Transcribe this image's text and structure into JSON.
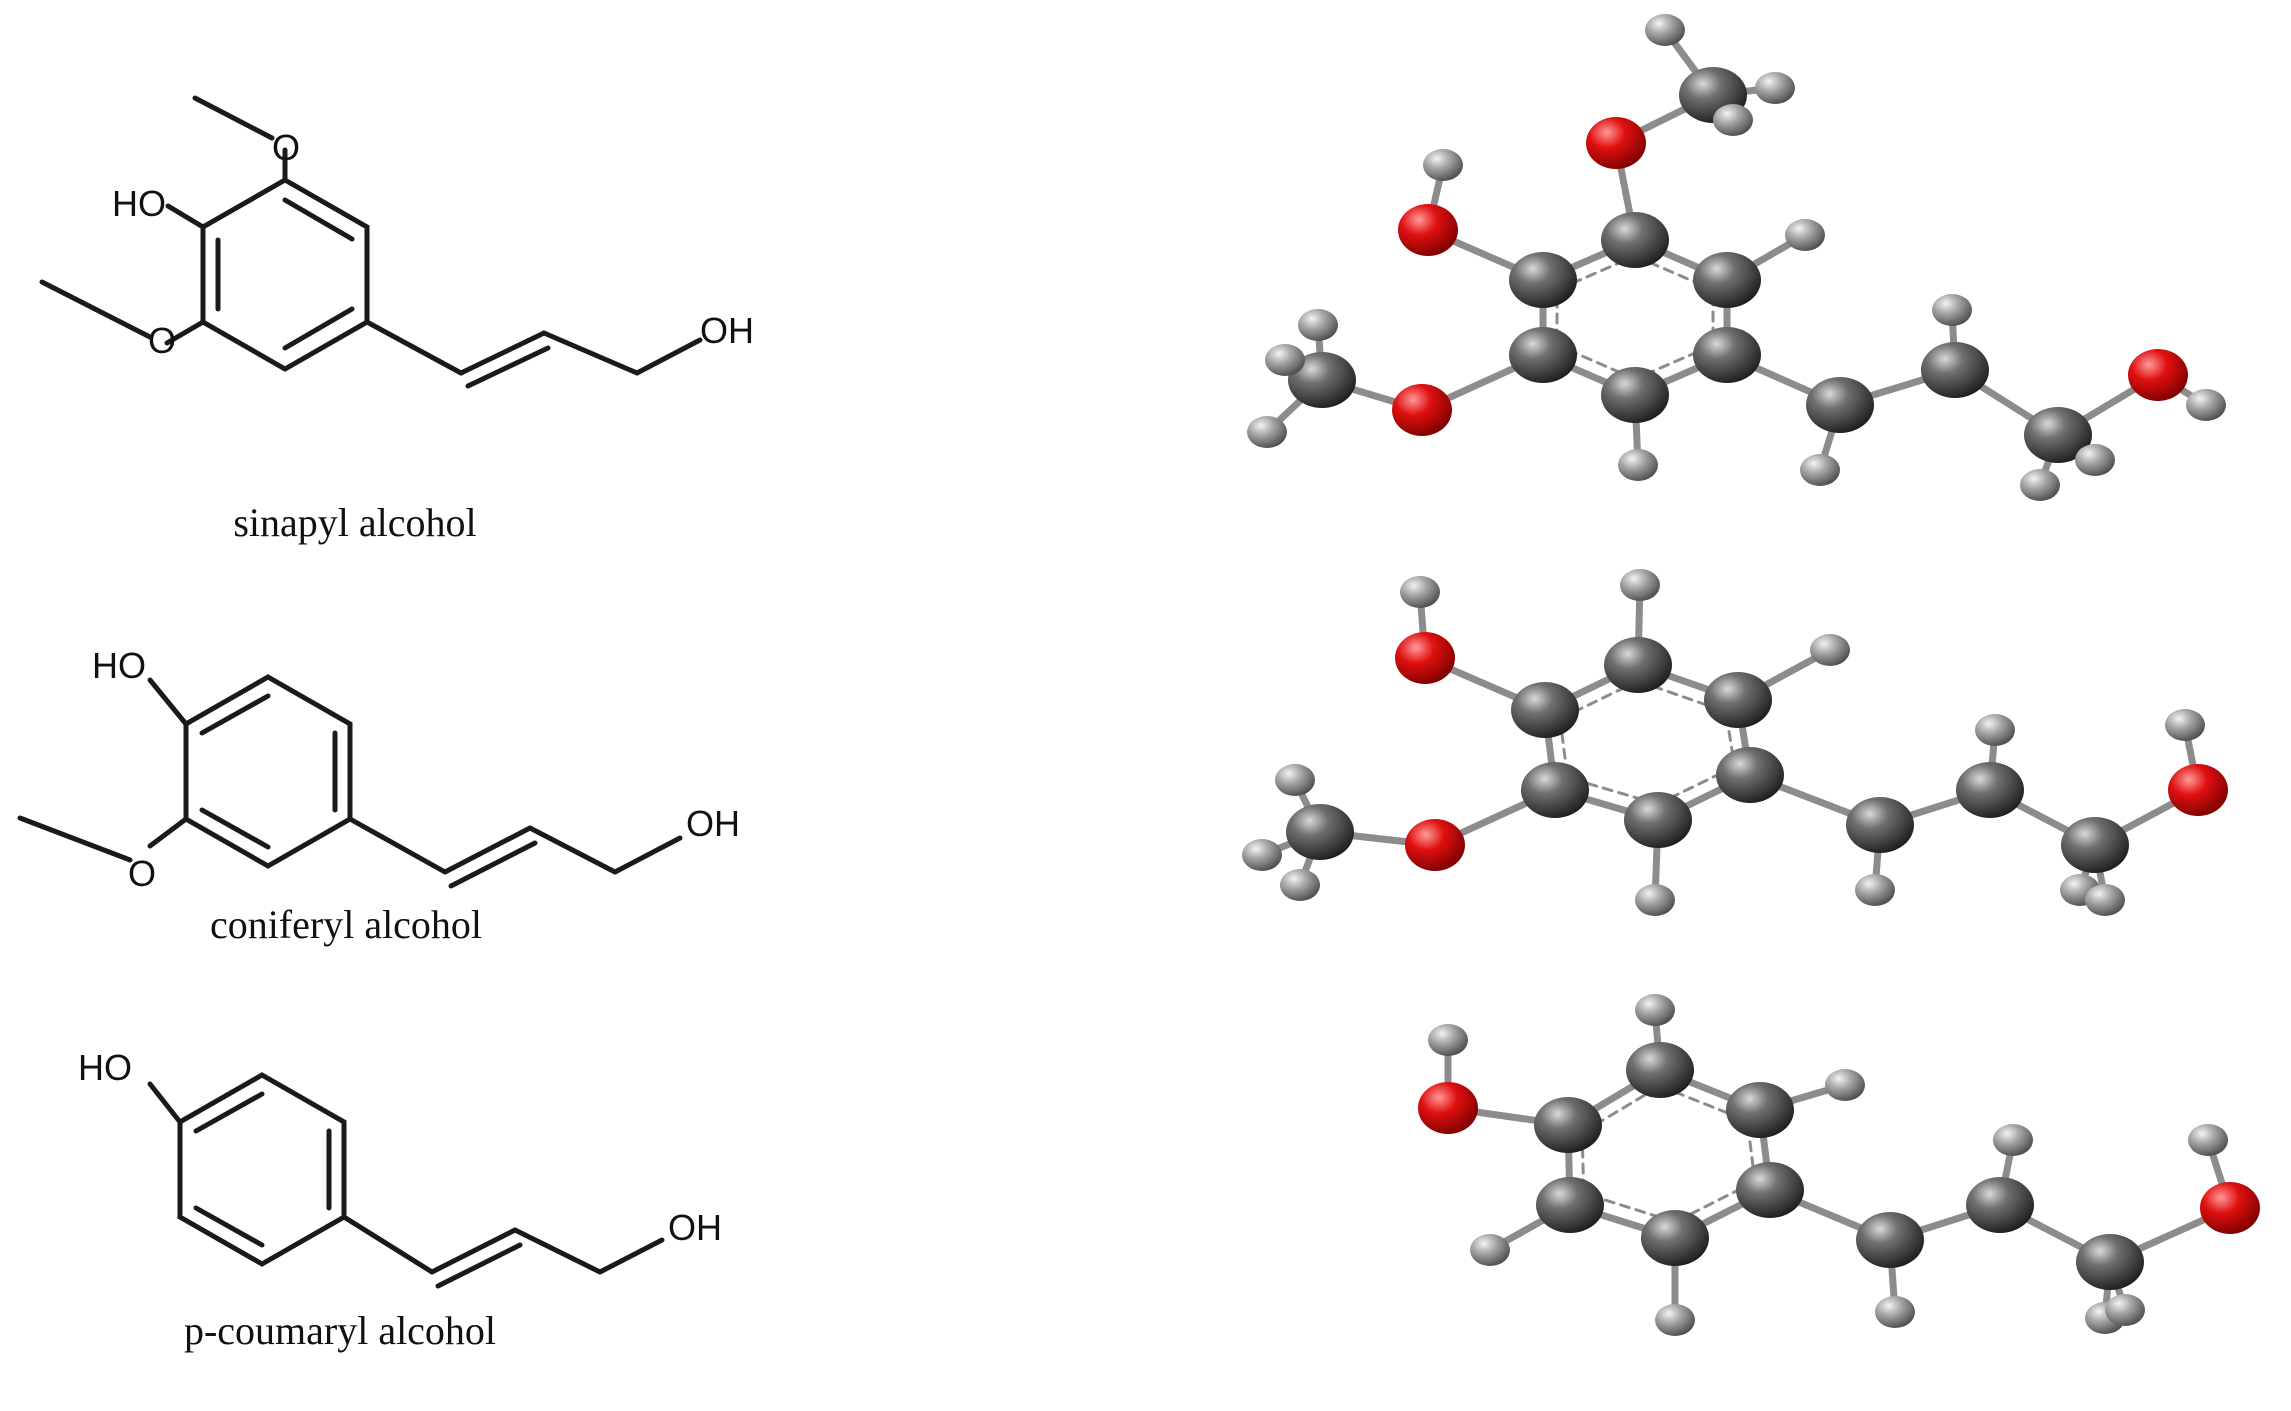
{
  "figure": {
    "molecules": [
      {
        "name": "sinapyl alcohol",
        "labels": {
          "ho": "HO",
          "oh": "OH"
        }
      },
      {
        "name": "coniferyl alcohol",
        "labels": {
          "ho": "HO",
          "oh": "OH"
        }
      },
      {
        "name": "p-coumaryl alcohol",
        "labels": {
          "ho": "HO",
          "oh": "OH"
        }
      }
    ],
    "colors": {
      "carbon": "#555555",
      "hydrogen": "#9a9a9a",
      "oxygen": "#d81b1b",
      "bond_line": "#1a1a1a",
      "stick": "#8c8c8c"
    }
  }
}
